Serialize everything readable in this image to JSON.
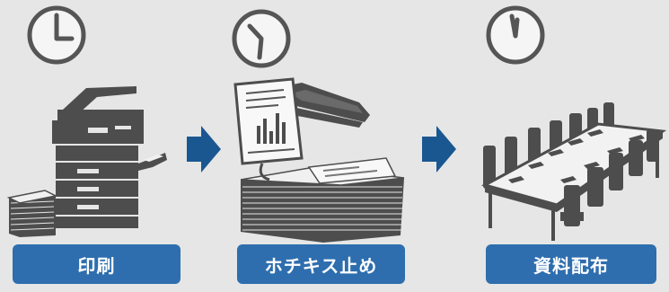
{
  "colors": {
    "background": "#e6e6e6",
    "icon_gray": "#4d4d4d",
    "clock_gray": "#555555",
    "label_blue": "#2e6eae",
    "arrow_blue": "#1a5791"
  },
  "steps": [
    {
      "label": "印刷",
      "icon": "copier-icon",
      "clock": "clock-icon-start"
    },
    {
      "label": "ホチキス止め",
      "icon": "stapler-icon",
      "clock": "clock-icon-middle"
    },
    {
      "label": "資料配布",
      "icon": "meeting-table-icon",
      "clock": "clock-icon-late"
    }
  ],
  "arrows": [
    "arrow-right-icon",
    "arrow-right-icon"
  ]
}
